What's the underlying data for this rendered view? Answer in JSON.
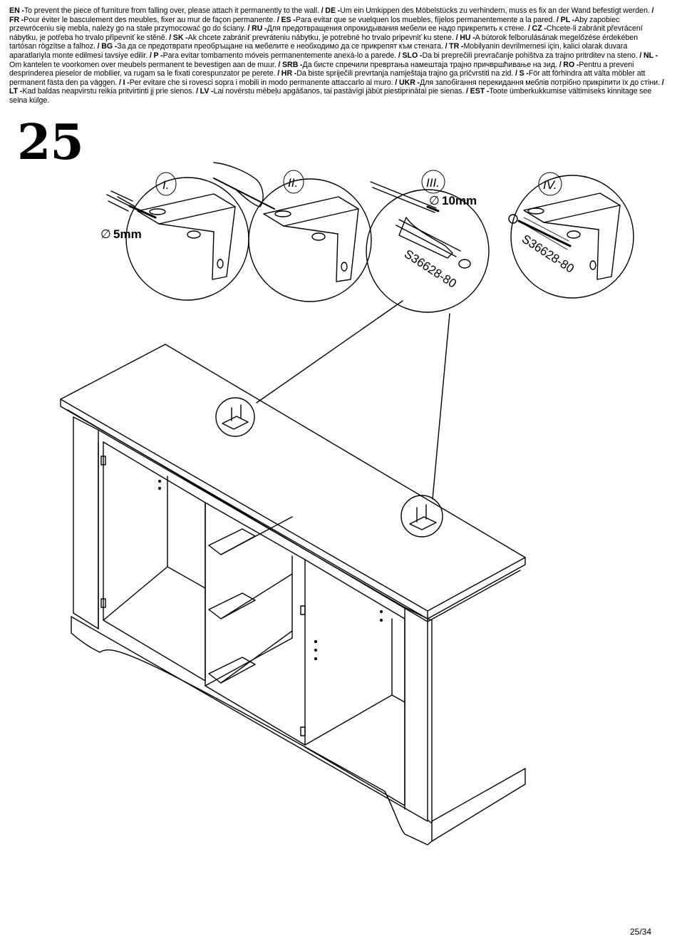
{
  "instructions": [
    {
      "code": "EN",
      "text": "To prevent the piece of furniture from falling over, please attach it permanently to the wall."
    },
    {
      "code": "DE",
      "text": "Um ein Umkippen des Möbelstücks zu verhindern, muss es fix an der Wand befestigt werden."
    },
    {
      "code": "FR",
      "text": "Pour éviter le basculement des meubles, fixer au mur de façon permanente."
    },
    {
      "code": "ES",
      "text": "Para evitar que se vuelquen los muebles, fíjelos permanentemente a la pared."
    },
    {
      "code": "PL",
      "text": "Aby zapobiec przewróceniu się mebla, należy go na stałe przymocować go do ściany."
    },
    {
      "code": "RU",
      "text": "Для предотвращения опрокидывания мебели ее надо прикрепить к стене."
    },
    {
      "code": "CZ",
      "text": "Chcete-li zabránit převrácení nábytku, je potřeba ho trvalo připevniť ke stěně."
    },
    {
      "code": "SK",
      "text": "Ak chcete zabrániť prevráteniu nábytku, je potrebné ho trvalo pripevniť ku stene."
    },
    {
      "code": "HU",
      "text": "A bútorok felborulásának megelőzése érdekében tartósan rögzítse a falhoz."
    },
    {
      "code": "BG",
      "text": "За да се предотврати преобръщане на мебелите е необходимо да се  прикрепят към стената."
    },
    {
      "code": "TR",
      "text": "Mobilyanin devrilmemesi için, kalici olarak duvara aparatlariyla monte edilmesi tavsiye edilir."
    },
    {
      "code": "P",
      "text": "Para evitar tombamento móveis permanentemente anexá-lo a parede."
    },
    {
      "code": "SLO",
      "text": "Da bi preprečili prevračanje pohištva za trajno pritrditev na steno."
    },
    {
      "code": "NL",
      "text": "Om kantelen te voorkomen over meubels permanent te bevestigen aan de muur."
    },
    {
      "code": "SRB",
      "text": "Да бисте спречили превртања намештаја трајно причвршћивање на зид."
    },
    {
      "code": "RO",
      "text": "Pentru a preveni desprinderea pieselor de mobilier, va rugam sa le fixati corespunzator pe perete."
    },
    {
      "code": "HR",
      "text": "Da biste spriječili prevrtanja namještaja trajno ga pričvrstiti na zid."
    },
    {
      "code": "S",
      "text": "För att förhindra att välta möbler att permanent fästa den pa väggen."
    },
    {
      "code": "I",
      "text": "Per evitare che si rovesci sopra i mobili in modo permanente attaccarlo al muro."
    },
    {
      "code": "UKR",
      "text": "Для запобігання перекидання меблів потрібно прикріпити їх до стіни."
    },
    {
      "code": "LT",
      "text": "Kad baldas neapvirstu reikia pritvirtinti jį prie sienos."
    },
    {
      "code": "LV",
      "text": "Lai novērstu mēbeļu apgāšanos, tai pastāvīgi jābūt piestiprinātai pie sienas."
    },
    {
      "code": "EST",
      "text": "Toote ümberkukkumise vältimiseks kinnitage see seina külge."
    }
  ],
  "step_number": "25",
  "steps": [
    {
      "label": "I."
    },
    {
      "label": "II."
    },
    {
      "label": "III."
    },
    {
      "label": "IV."
    }
  ],
  "drill_small": "5mm",
  "drill_large": "10mm",
  "part_code_dowel": "S36628-80",
  "part_code_screw": "S36628-80",
  "page_number": "25/34"
}
